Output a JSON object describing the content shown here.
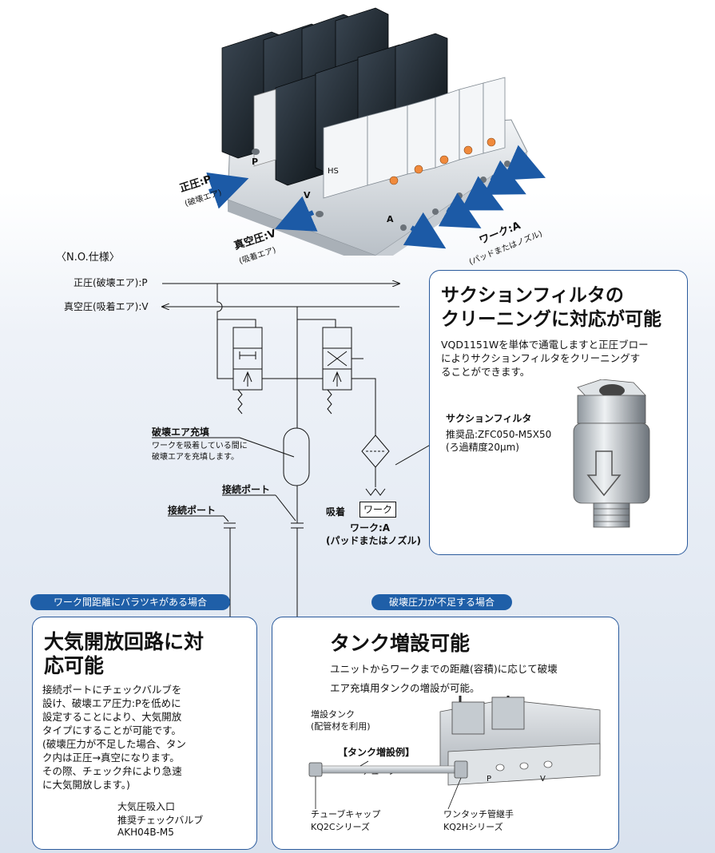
{
  "hero": {
    "label_p": "正圧:P",
    "label_p_sub": "(破壊エア)",
    "label_v": "真空圧:V",
    "label_v_sub": "(吸着エア)",
    "label_a": "ワーク:A",
    "label_a_sub": "(パッドまたはノズル)",
    "port_p": "P",
    "port_v": "V",
    "port_a": "A",
    "port_hs": "HS"
  },
  "circuit": {
    "spec_title": "〈N.O.仕様〉",
    "line_p": "正圧(破壊エア):P",
    "line_v": "真空圧(吸着エア):V",
    "tank_title": "破壊エア充填",
    "tank_desc_1": "ワークを吸着している間に",
    "tank_desc_2": "破壊エアを充填します。",
    "port1": "接続ポート",
    "port2": "接続ポート",
    "suction": "吸着",
    "work_box": "ワーク",
    "work_a": "ワーク:A",
    "work_a_sub": "(パッドまたはノズル)"
  },
  "filter_panel": {
    "title_1": "サクションフィルタの",
    "title_2": "クリーニングに対応が可能",
    "desc_1": "VQD1151Wを単体で通電しますと正圧ブロー",
    "desc_2": "によりサクションフィルタをクリーニングす",
    "desc_3": "ることができます。",
    "label": "サクションフィルタ",
    "rec_1": "推奨品:ZFC050-M5X50",
    "rec_2": "(ろ過精度20μm)"
  },
  "left_panel": {
    "pill": "ワーク間距離にバラツキがある場合",
    "title_1": "大気開放回路に対",
    "title_2": "応可能",
    "lines": [
      "接続ポートにチェックバルブを",
      "設け、破壊エア圧力:Pを低めに",
      "設定することにより、大気開放",
      "タイプにすることが可能です。",
      "(破壊圧力が不足した場合、タン",
      "ク内は正圧→真空になります。",
      "その際、チェック弁により急速",
      "に大気開放します。)"
    ],
    "label_1": "大気圧吸入口",
    "label_2": "推奨チェックバルブ",
    "label_3": "AKH04B-M5"
  },
  "right_panel": {
    "pill": "破壊圧力が不足する場合",
    "title": "タンク増設可能",
    "desc_1": "ユニットからワークまでの距離(容積)に応じて破壊",
    "desc_2": "エア充填用タンクの増設が可能。",
    "tank_1": "増設タンク",
    "tank_2": "(配管材を利用)",
    "example": "【タンク増設例】",
    "tube": "チューブ",
    "cap_1": "チューブキャップ",
    "cap_2": "KQ2Cシリーズ",
    "fit_1": "ワンタッチ管継手",
    "fit_2": "KQ2Hシリーズ",
    "port_p": "P",
    "port_v": "V"
  },
  "colors": {
    "accent": "#1f5fa8",
    "panel_border": "#2a5a9c",
    "arrow_blue": "#1c5aa6"
  }
}
